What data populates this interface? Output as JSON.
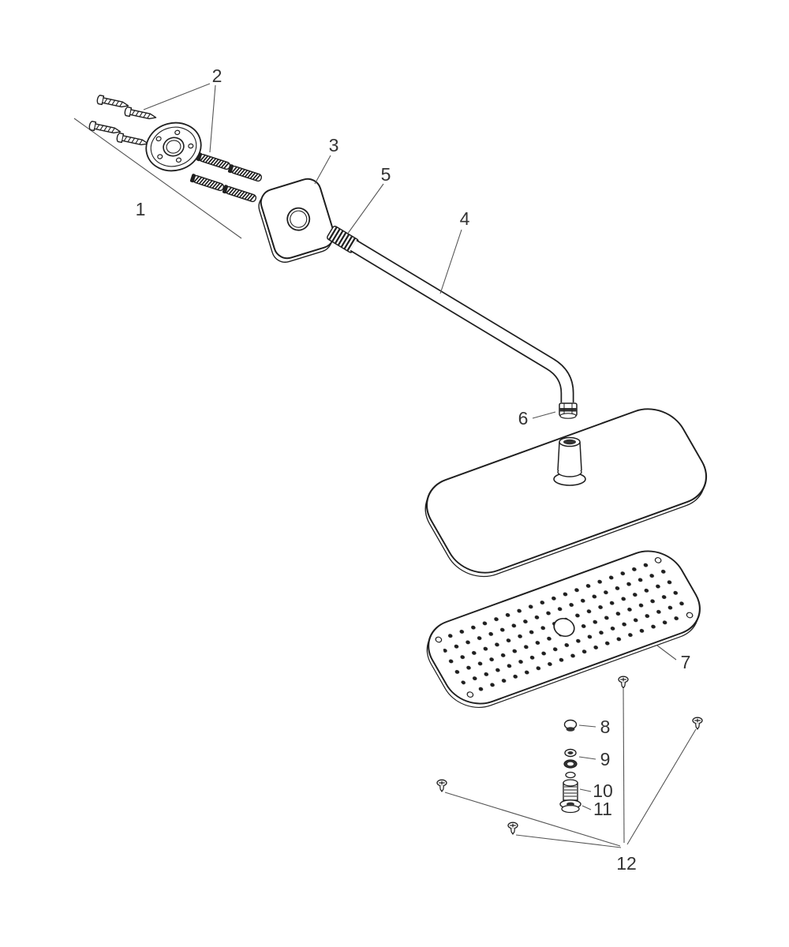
{
  "figure": {
    "type": "exploded-parts-diagram",
    "background": "#ffffff",
    "line_color": "#1f1f1f",
    "label_color": "#333333",
    "callouts": [
      {
        "label": "1"
      },
      {
        "label": "2"
      },
      {
        "label": "3"
      },
      {
        "label": "4"
      },
      {
        "label": "5"
      },
      {
        "label": "6"
      },
      {
        "label": "7"
      },
      {
        "label": "8"
      },
      {
        "label": "9"
      },
      {
        "label": "10"
      },
      {
        "label": "11"
      },
      {
        "label": "12"
      }
    ]
  }
}
